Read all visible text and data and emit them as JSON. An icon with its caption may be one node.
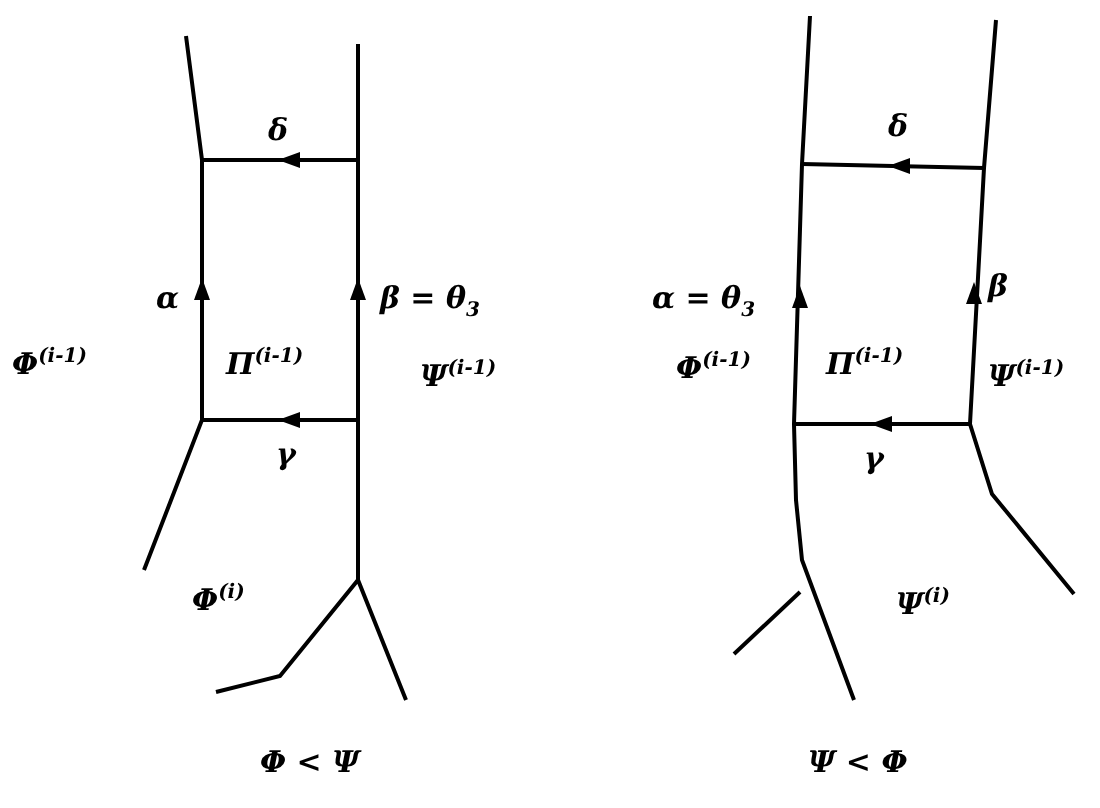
{
  "diagram": {
    "labels": [
      "δ",
      "α",
      "β = θ$_{3}$",
      "Φ$^{(i-1)}$",
      "Π$^{(i-1)}$",
      "Ψ$^{(i-1)}$",
      "γ",
      "Φ$^{(i)}$",
      "Φ < Ψ",
      "δ",
      "α = θ$_{3}$",
      "β",
      "Φ$^{(i-1)}$",
      "Π$^{(i-1)}$",
      "Ψ$^{(i-1)}$",
      "γ",
      "Ψ$^{(i)}$",
      "Ψ < Φ"
    ]
  }
}
